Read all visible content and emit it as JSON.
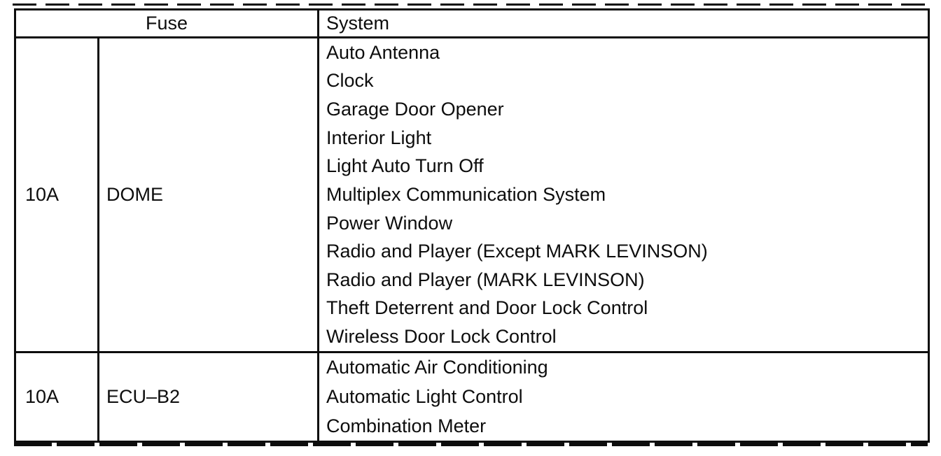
{
  "colors": {
    "ink": "#0d0d0d",
    "paper": "#ffffff"
  },
  "table": {
    "headers": {
      "fuse": "Fuse",
      "system": "System"
    },
    "rows": [
      {
        "amperage": "10A",
        "name": "DOME",
        "systems": [
          "Auto Antenna",
          "Clock",
          "Garage Door Opener",
          "Interior Light",
          "Light Auto Turn Off",
          "Multiplex Communication System",
          "Power Window",
          "Radio and Player (Except MARK LEVINSON)",
          "Radio and Player (MARK LEVINSON)",
          "Theft Deterrent and Door Lock Control",
          "Wireless Door Lock Control"
        ]
      },
      {
        "amperage": "10A",
        "name": "ECU–B2",
        "systems": [
          "Automatic Air Conditioning",
          "Automatic Light Control",
          "Combination Meter"
        ]
      }
    ]
  }
}
